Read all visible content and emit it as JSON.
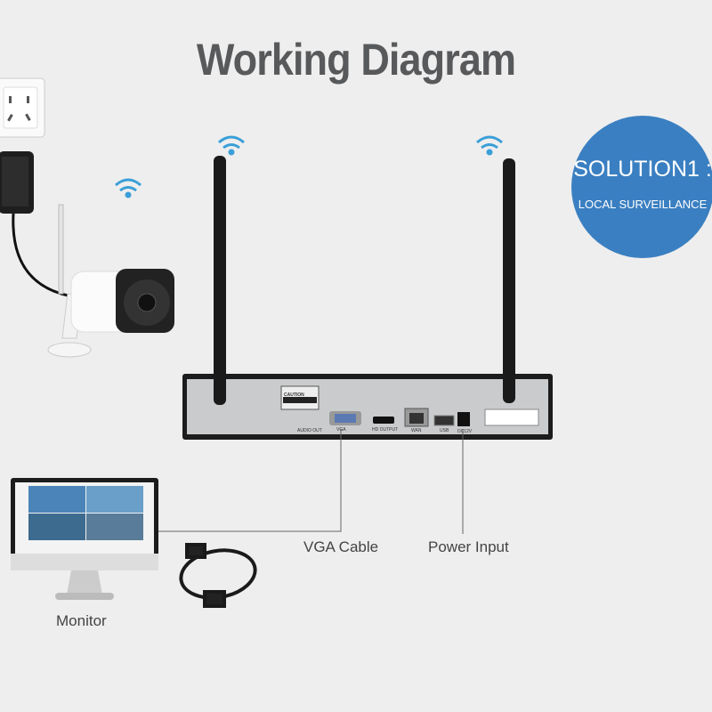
{
  "title": "Working Diagram",
  "badge": {
    "line1": "SOLUTION1 :",
    "line2": "LOCAL SURVEILLANCE",
    "color": "#3a7fc1"
  },
  "labels": {
    "vga_cable": "VGA Cable",
    "power_input": "Power Input",
    "monitor": "Monitor"
  },
  "nvr_ports": {
    "caution": "CAUTION",
    "audio_out": "AUDIO OUT",
    "vga": "VGA",
    "hd_output": "HD OUTPUT",
    "wan": "WAN",
    "usb": "USB",
    "dc": "DC12V"
  }
}
